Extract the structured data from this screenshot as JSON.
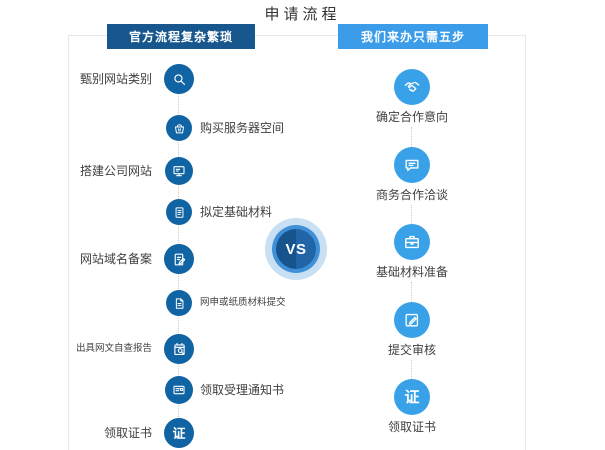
{
  "page": {
    "title": "申请流程"
  },
  "colors": {
    "left_primary": "#1164a3",
    "left_banner": "#17578e",
    "right_primary": "#38a1e8",
    "right_banner": "#3b9ce9",
    "box_border": "#e8e8e8",
    "connector": "#cccccc",
    "label_text": "#3f3f3f",
    "vs_halo": "#c9dff3",
    "vs_ring": "#4090d8",
    "vs_inner_dark": "#17548e",
    "vs_inner_light": "#2165a6"
  },
  "vs_badge": {
    "label": "VS"
  },
  "left_flow": {
    "header": "官方流程复杂繁琐",
    "steps": [
      {
        "label": "甄别网站类别",
        "icon": "search-icon"
      },
      {
        "label": "购买服务器空间",
        "icon": "shopping-basket-icon"
      },
      {
        "label": "搭建公司网站",
        "icon": "monitor-icon"
      },
      {
        "label": "拟定基础材料",
        "icon": "document-icon"
      },
      {
        "label": "网站域名备案",
        "icon": "document-edit-icon"
      },
      {
        "label": "网申或纸质材料提交",
        "icon": "file-submit-icon"
      },
      {
        "label": "出具网文自查报告",
        "icon": "report-search-icon"
      },
      {
        "label": "领取受理通知书",
        "icon": "notice-card-icon"
      },
      {
        "label": "领取证书",
        "icon": "certificate-icon"
      }
    ]
  },
  "right_flow": {
    "header": "我们来办只需五步",
    "steps": [
      {
        "label": "确定合作意向",
        "icon": "handshake-icon"
      },
      {
        "label": "商务合作洽谈",
        "icon": "chat-icon"
      },
      {
        "label": "基础材料准备",
        "icon": "briefcase-icon"
      },
      {
        "label": "提交审核",
        "icon": "edit-icon"
      },
      {
        "label": "领取证书",
        "icon": "certificate-icon"
      }
    ]
  },
  "icons": {
    "certificate_glyph": "证"
  }
}
